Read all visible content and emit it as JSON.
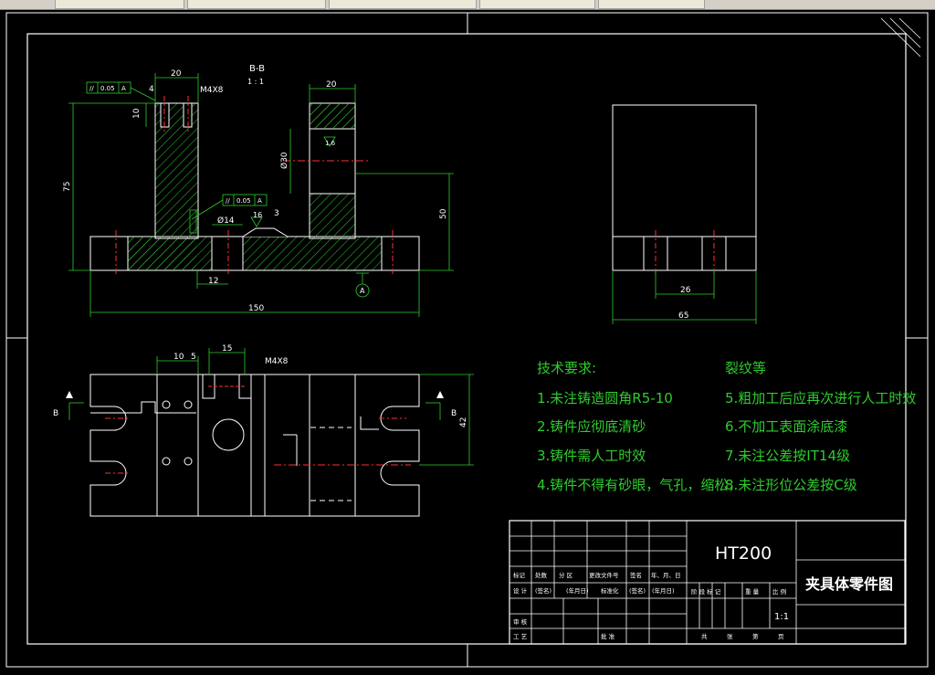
{
  "window": {
    "tabs": [
      "",
      "",
      "",
      "",
      ""
    ]
  },
  "drawing": {
    "section_label": "B-B",
    "section_scale": "1 : 1",
    "dims": {
      "front_top_width": "20",
      "front_offset_4": "4",
      "front_thread": "M4X8",
      "front_depth_10": "10",
      "front_height_75": "75",
      "boss_width_20": "20",
      "bore_dia_30": "Ø30",
      "roughness_16": "1.6",
      "height_50": "50",
      "hole_dia_14": "Ø14",
      "roughness_16b": "16",
      "chamfer_3": "3",
      "base_12": "12",
      "overall_150": "150",
      "side_26": "26",
      "side_65": "65",
      "plan_10": "10",
      "plan_5": "5",
      "plan_15": "15",
      "plan_thread": "M4X8",
      "plan_42": "42",
      "section_mark_left": "B",
      "section_mark_right": "B"
    },
    "tolerance_frames": [
      "//",
      "0.05",
      "A"
    ],
    "datum_mark": "A"
  },
  "tech_requirements": {
    "heading": "技术要求:",
    "heading_right": "裂纹等",
    "items_left": [
      "1.未注铸造圆角R5-10",
      "2.铸件应彻底清砂",
      "3.铸件需人工时效",
      "4.铸件不得有砂眼，气孔，缩松，"
    ],
    "items_right": [
      "5.粗加工后应再次进行人工时效",
      "6.不加工表面涂底漆",
      "7.未注公差按IT14级",
      "8.未注形位公差按C级"
    ]
  },
  "title_block": {
    "material": "HT200",
    "part_name": "夹具体零件图",
    "scale": "1:1",
    "row_labels": [
      "标记",
      "处数",
      "分 区",
      "更改文件号",
      "签名",
      "年、月、日"
    ],
    "design_row": [
      "设 计",
      "(签名)",
      "(年月日)",
      "标准化",
      "(签名)",
      "(年月日)"
    ],
    "stage_labels": [
      "阶 段 标 记",
      "重 量",
      "比 例"
    ],
    "review": "审 核",
    "process": "工 艺",
    "approve": "批 准",
    "sheets": [
      "共",
      "张",
      "第",
      "页"
    ]
  }
}
